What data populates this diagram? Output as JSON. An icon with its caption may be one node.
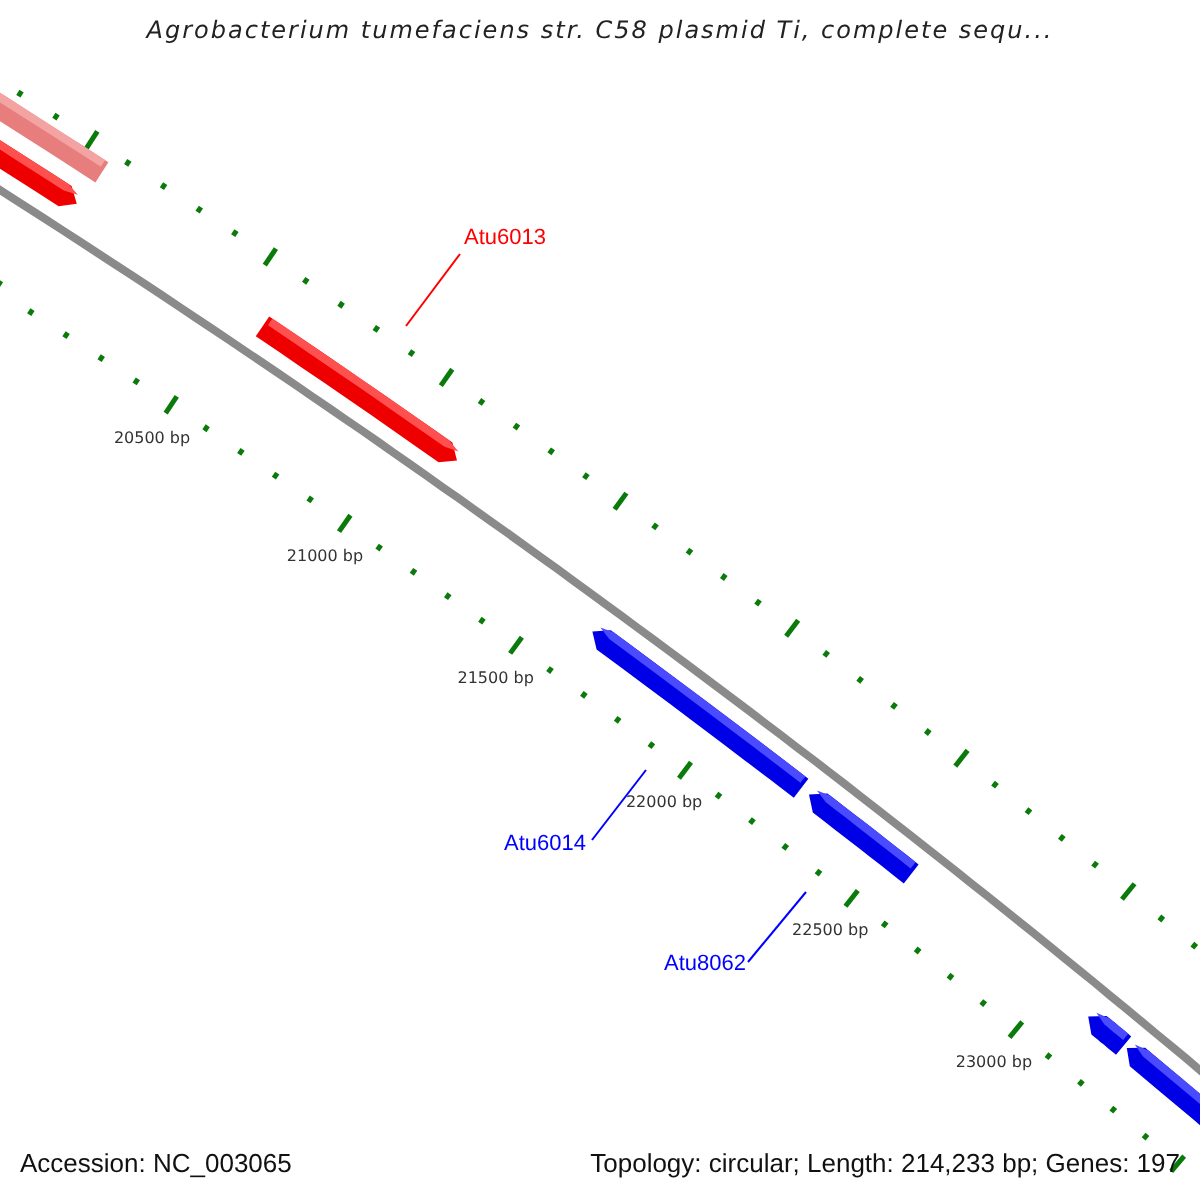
{
  "diagram": {
    "title": "Agrobacterium tumefaciens str. C58 plasmid Ti, complete sequ...",
    "nodes": [
      {
        "text": [],
        "shape": "bar"
      },
      {
        "text": [],
        "shape": "bar"
      },
      {
        "text": [
          "Atu6013"
        ]
      },
      {
        "text": [],
        "shape": "bar"
      },
      {
        "text": [],
        "shape": "bar"
      },
      {
        "text": [
          "Atu6014"
        ]
      },
      {
        "text": [],
        "shape": "bar"
      },
      {
        "text": [
          "Atu8062"
        ]
      },
      {
        "text": [],
        "shape": "bar"
      },
      {
        "text": [],
        "shape": "bar"
      }
    ],
    "edges": [
      {
        "from": 2,
        "to": 3,
        "arrow": "none",
        "color": "#ff0000"
      },
      {
        "from": 5,
        "to": 4,
        "arrow": "none"
      },
      {
        "from": 7,
        "to": 6,
        "arrow": "none"
      }
    ],
    "labels": [
      "20500 bp",
      "21000 bp",
      "21500 bp",
      "22000 bp",
      "22500 bp",
      "23000 bp",
      "Accession: NC_003065",
      "Topology: circular; Length: 214,233 bp; Genes: 197"
    ]
  }
}
